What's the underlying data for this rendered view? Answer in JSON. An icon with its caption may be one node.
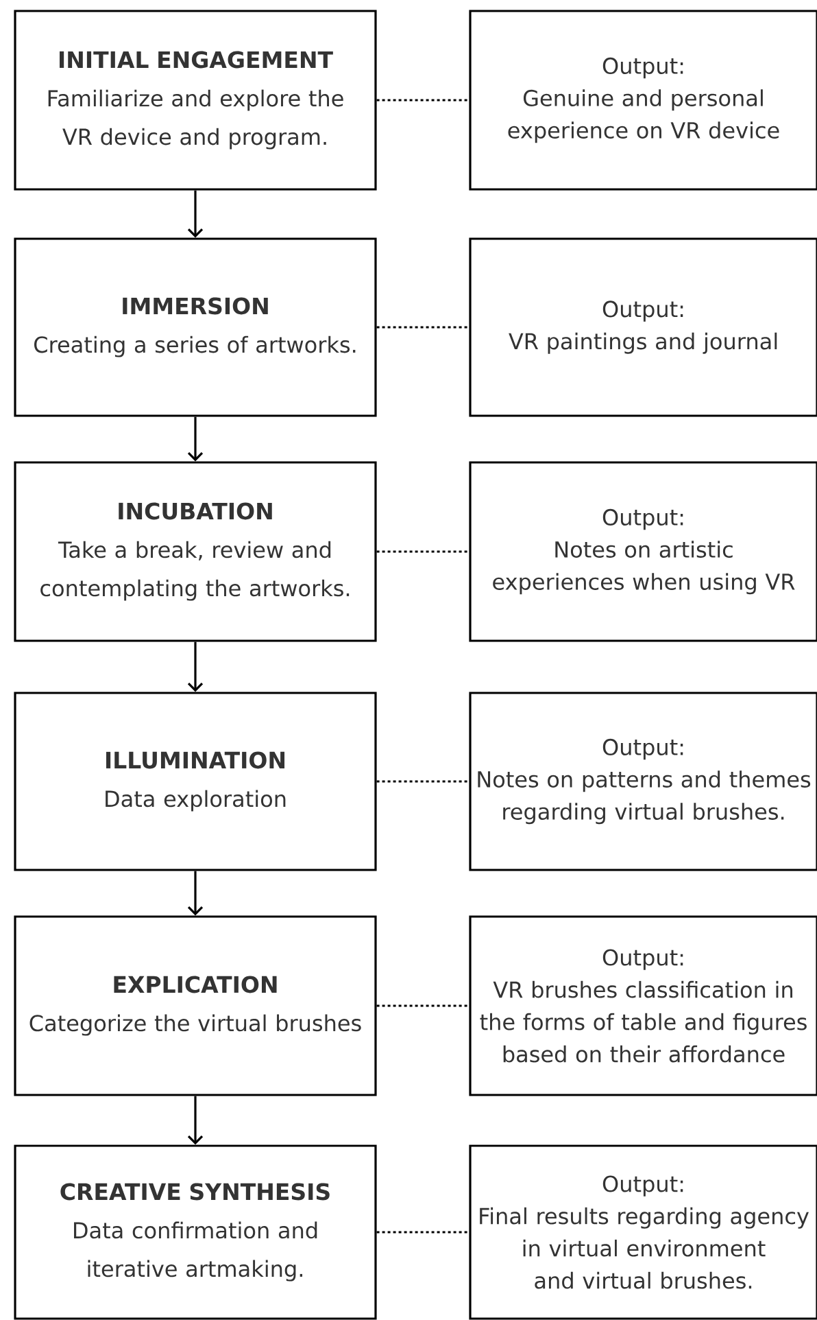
{
  "diagram": {
    "nodes": [
      {
        "text": [
          "INITIAL ENGAGEMENT",
          "Familiarize and explore the VR device and program."
        ]
      },
      {
        "text": [
          "Output:",
          "Genuine and personal experience on VR device"
        ]
      },
      {
        "text": [
          "IMMERSION",
          "Creating a series of artworks."
        ]
      },
      {
        "text": [
          "Output:",
          "VR paintings and journal"
        ]
      },
      {
        "text": [
          "INCUBATION",
          "Take a break, review and contemplating the artworks."
        ]
      },
      {
        "text": [
          "Output:",
          "Notes on artistic experiences when using VR"
        ]
      },
      {
        "text": [
          "ILLUMINATION",
          "Data exploration"
        ]
      },
      {
        "text": [
          "Output:",
          "Notes on patterns and themes regarding virtual brushes."
        ]
      },
      {
        "text": [
          "EXPLICATION",
          "Categorize the virtual brushes"
        ]
      },
      {
        "text": [
          "Output:",
          "VR brushes classification in the forms of table and figures based on their affordance"
        ]
      },
      {
        "text": [
          "CREATIVE SYNTHESIS",
          "Data confirmation and iterative artmaking."
        ]
      },
      {
        "text": [
          "Output:",
          "Final results regarding agency in virtual environment and virtual brushes."
        ]
      }
    ],
    "edges": [
      {
        "from": 0,
        "to": 1,
        "arrow": "none",
        "style": "dashed"
      },
      {
        "from": 0,
        "to": 2,
        "arrow": "to"
      },
      {
        "from": 2,
        "to": 3,
        "arrow": "none",
        "style": "dashed"
      },
      {
        "from": 2,
        "to": 4,
        "arrow": "to"
      },
      {
        "from": 4,
        "to": 5,
        "arrow": "none",
        "style": "dashed"
      },
      {
        "from": 4,
        "to": 6,
        "arrow": "to"
      },
      {
        "from": 6,
        "to": 7,
        "arrow": "none",
        "style": "dashed"
      },
      {
        "from": 6,
        "to": 8,
        "arrow": "to"
      },
      {
        "from": 8,
        "to": 9,
        "arrow": "none",
        "style": "dashed"
      },
      {
        "from": 8,
        "to": 10,
        "arrow": "to"
      },
      {
        "from": 10,
        "to": 11,
        "arrow": "none",
        "style": "dashed"
      }
    ]
  }
}
